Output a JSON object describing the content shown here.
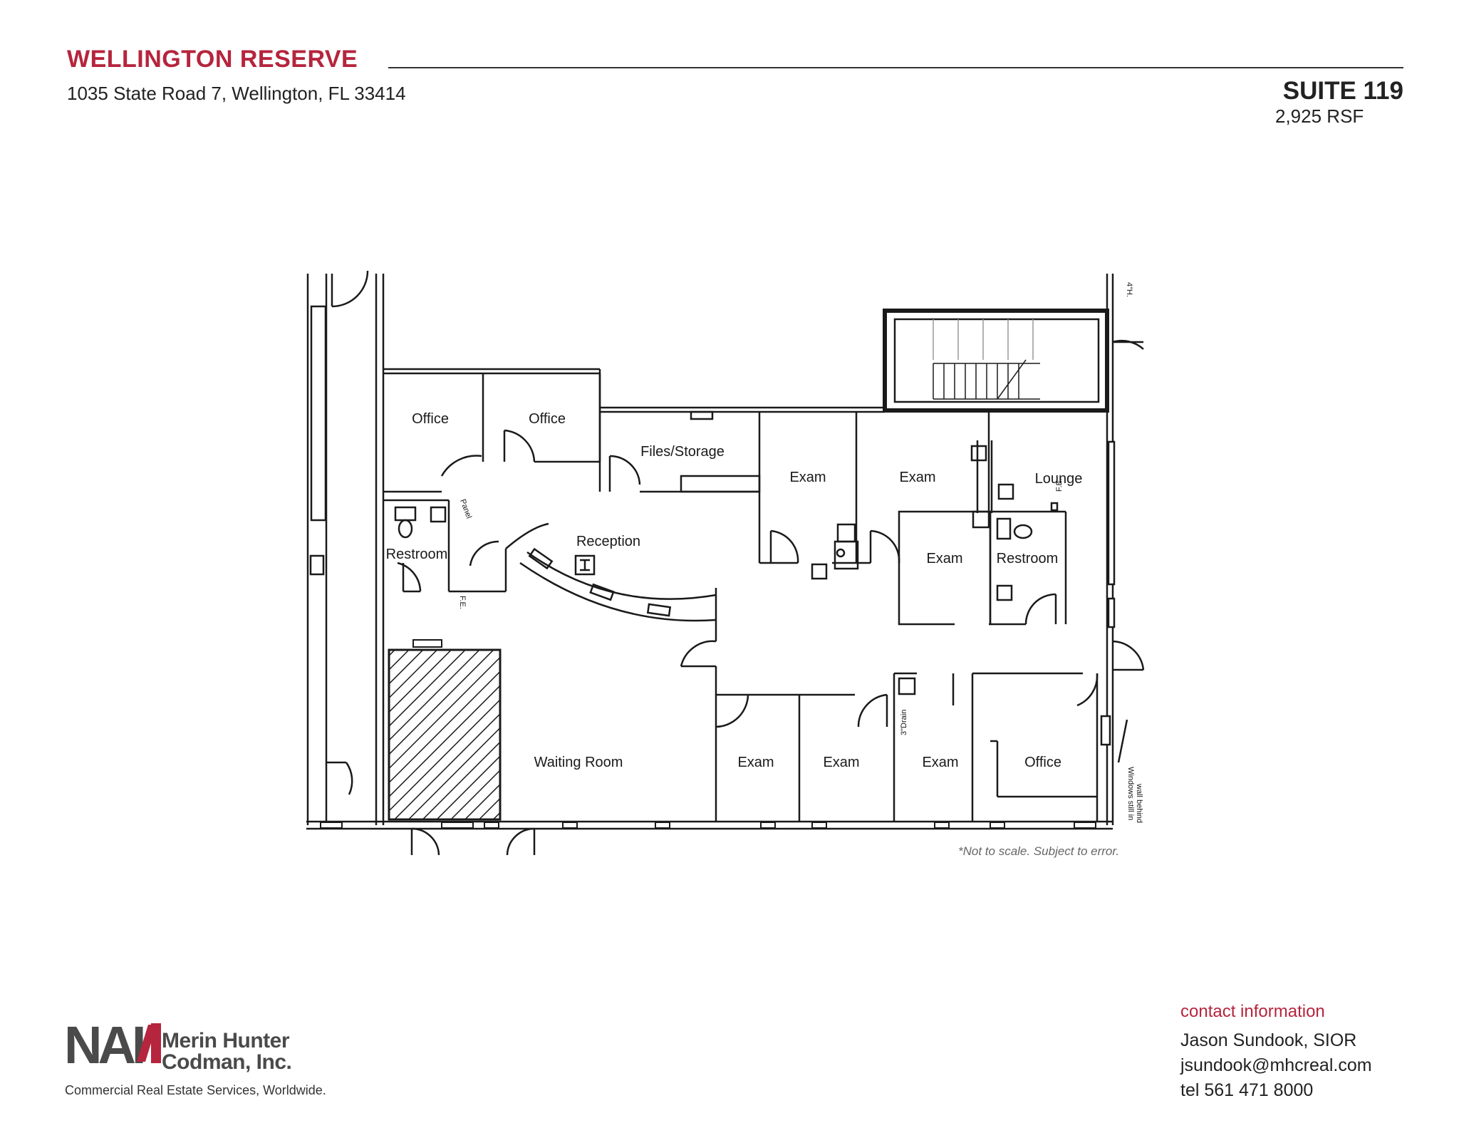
{
  "header": {
    "title": "WELLINGTON RESERVE",
    "address": "1035 State Road 7, Wellington, FL 33414",
    "suite": "SUITE 119",
    "area": "2,925 RSF"
  },
  "rooms": [
    {
      "id": "office-1",
      "label": "Office"
    },
    {
      "id": "office-2",
      "label": "Office"
    },
    {
      "id": "files-storage",
      "label": "Files/Storage"
    },
    {
      "id": "exam-1",
      "label": "Exam"
    },
    {
      "id": "exam-2",
      "label": "Exam"
    },
    {
      "id": "lounge",
      "label": "Lounge"
    },
    {
      "id": "exam-3",
      "label": "Exam"
    },
    {
      "id": "restroom-2",
      "label": "Restroom"
    },
    {
      "id": "restroom-1",
      "label": "Restroom"
    },
    {
      "id": "reception",
      "label": "Reception"
    },
    {
      "id": "waiting-room",
      "label": "Waiting Room"
    },
    {
      "id": "exam-4",
      "label": "Exam"
    },
    {
      "id": "exam-5",
      "label": "Exam"
    },
    {
      "id": "exam-6",
      "label": "Exam"
    },
    {
      "id": "office-3",
      "label": "Office"
    }
  ],
  "annotations": {
    "panel": "Panel",
    "fe_1": "F.E.",
    "fe_2": "F.E.",
    "drain": "3\"Drain",
    "windows_1": "Windows still in",
    "windows_2": "wall behind",
    "rail": "4\"H.",
    "disclaimer": "*Not to scale. Subject to error."
  },
  "brand": {
    "logo_text": "NAI",
    "company_line1": "Merin Hunter",
    "company_line2": "Codman, Inc.",
    "tagline": "Commercial Real Estate Services, Worldwide."
  },
  "contact": {
    "heading": "contact information",
    "name": "Jason Sundook, SIOR",
    "email": "jsundook@mhcreal.com",
    "tel": "tel 561 471 8000"
  },
  "colors": {
    "brand_red": "#b5253d",
    "line": "#1a1a1a",
    "logo_gray": "#4a4a4a"
  }
}
